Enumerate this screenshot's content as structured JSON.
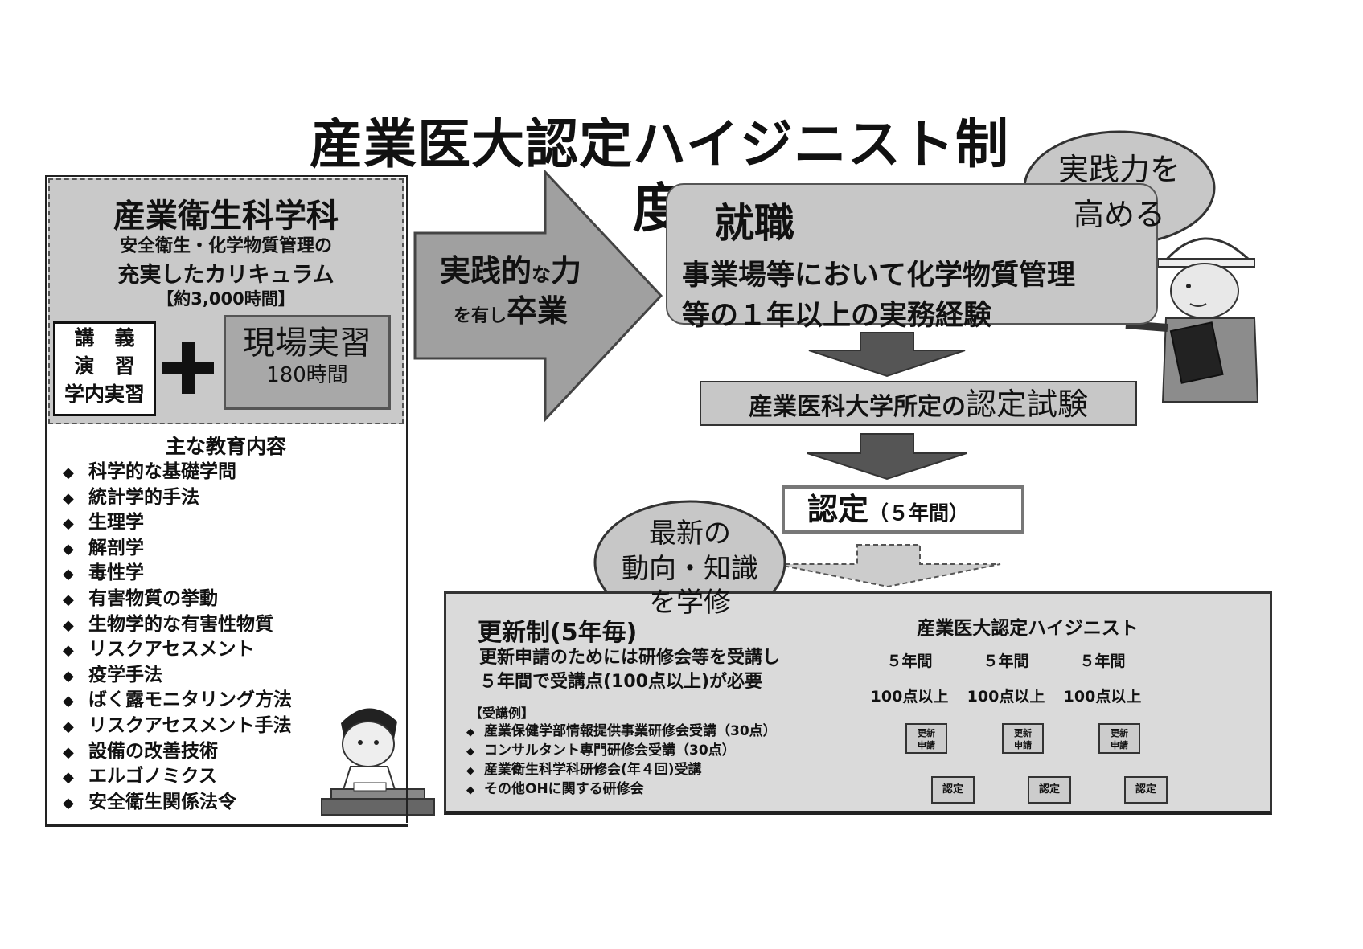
{
  "title": "産業医大認定ハイジニスト制度",
  "department": {
    "name": "産業衛生科学科",
    "subtitle1": "安全衛生・化学物質管理の",
    "subtitle2": "充実したカリキュラム",
    "hours": "【約3,000時間】",
    "lecture_box": [
      "講　義",
      "演　習",
      "学内実習"
    ],
    "practice_title": "現場実習",
    "practice_hours": "180時間"
  },
  "education": {
    "heading": "主な教育内容",
    "items": [
      "科学的な基礎学問",
      "統計学的手法",
      "生理学",
      "解剖学",
      "毒性学",
      "有害物質の挙動",
      "生物学的な有害性物質",
      "リスクアセスメント",
      "疫学手法",
      "ばく露モニタリング方法",
      "リスクアセスメント手法",
      "設備の改善技術",
      "エルゴノミクス",
      "安全衛生関係法令"
    ]
  },
  "graduation_arrow": {
    "line1_big1": "実践的",
    "line1_small": "な",
    "line1_big2": "力",
    "line2_small": "を有し",
    "line2_big": "卒業"
  },
  "employment": {
    "title": "就職",
    "desc1": "事業場等において化学物質管理",
    "desc2": "等の１年以上の実務経験"
  },
  "bubble_practice": {
    "line1": "実践力を",
    "line2": "高める"
  },
  "exam": {
    "prefix": "産業医科大学所定の",
    "main": "認定試験"
  },
  "certification": {
    "main": "認定",
    "sub": "（５年間）"
  },
  "bubble_learn": {
    "line1": "最新の",
    "line2": "動向・知識",
    "line3": "を学修"
  },
  "renewal": {
    "title": "更新制(5年毎)",
    "desc1": "更新申請のためには研修会等を受講し",
    "desc2": "５年間で受講点(100点以上)が必要",
    "course_heading": "【受講例】",
    "courses": [
      "産業保健学部情報提供事業研修会受講（30点）",
      "コンサルタント専門研修会受講（30点）",
      "産業衛生科学科研修会(年４回)受講",
      "その他OHに関する研修会"
    ]
  },
  "hygienist_label": "産業医大認定ハイジニスト",
  "timeline": {
    "segments": [
      {
        "years": "５年間",
        "points": "100点以上",
        "renew": "更新申請",
        "cert": "認定"
      },
      {
        "years": "５年間",
        "points": "100点以上",
        "renew": "更新申請",
        "cert": "認定"
      },
      {
        "years": "５年間",
        "points": "100点以上",
        "renew": "更新申請",
        "cert": "認定"
      }
    ]
  },
  "colors": {
    "box_gray": "#c7c7c7",
    "dark_gray": "#555555",
    "arrow_gray": "#a0a0a0",
    "panel_gray": "#dadada"
  }
}
